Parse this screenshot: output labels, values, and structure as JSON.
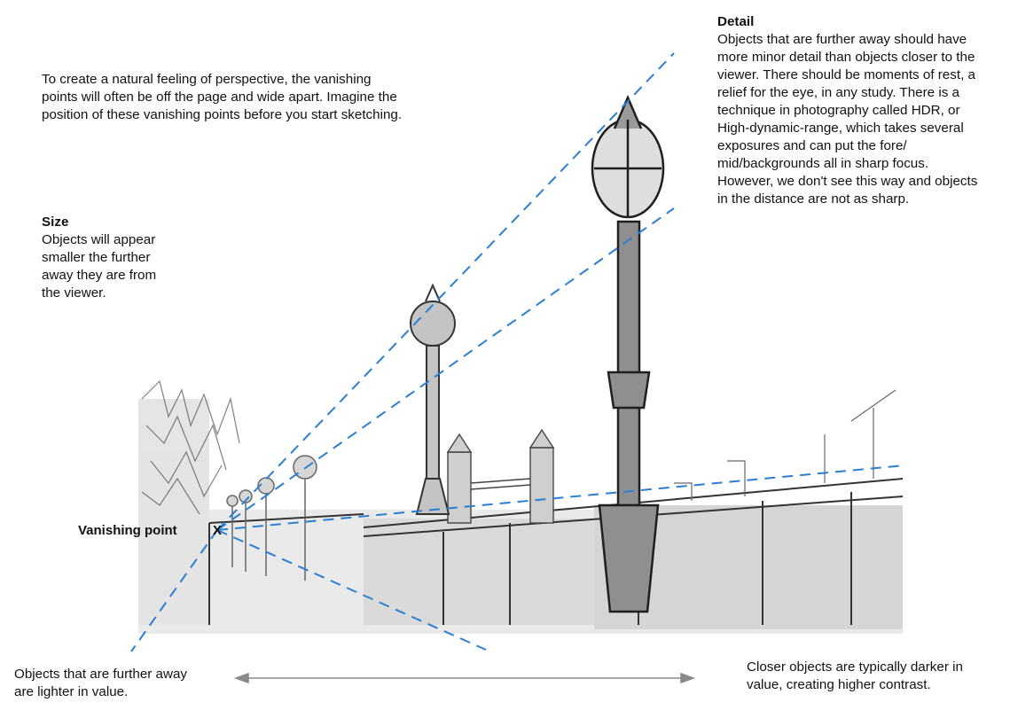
{
  "intro": {
    "text": "To create a natural feeling of perspective, the vanishing points will often be off the page and wide apart. Imagine the position of these vanishing points before you start sketching."
  },
  "size": {
    "heading": "Size",
    "text": "Objects will appear\nsmaller the further\naway they are from\nthe viewer."
  },
  "detail": {
    "heading": "Detail",
    "text": " Objects that are further away should have more minor detail than objects closer to the viewer. There should be moments of rest, a relief for the eye, in any study. There is a technique in photography called HDR, or High-dynamic-range, which takes several exposures and can put the fore/ mid/backgrounds all in sharp focus. However, we don't see this way and objects in the distance are not as sharp."
  },
  "vanishing_point": {
    "label": "Vanishing point",
    "marker": "X"
  },
  "captions": {
    "left": "Objects that are further away are lighter in value.",
    "right": "Closer objects are typically darker in value, creating higher contrast."
  },
  "colors": {
    "guide_lines": "#2a7fd4",
    "ink": "#2b2b2b",
    "wash": "#8f8f8f",
    "arrow": "#8a8a8a"
  }
}
